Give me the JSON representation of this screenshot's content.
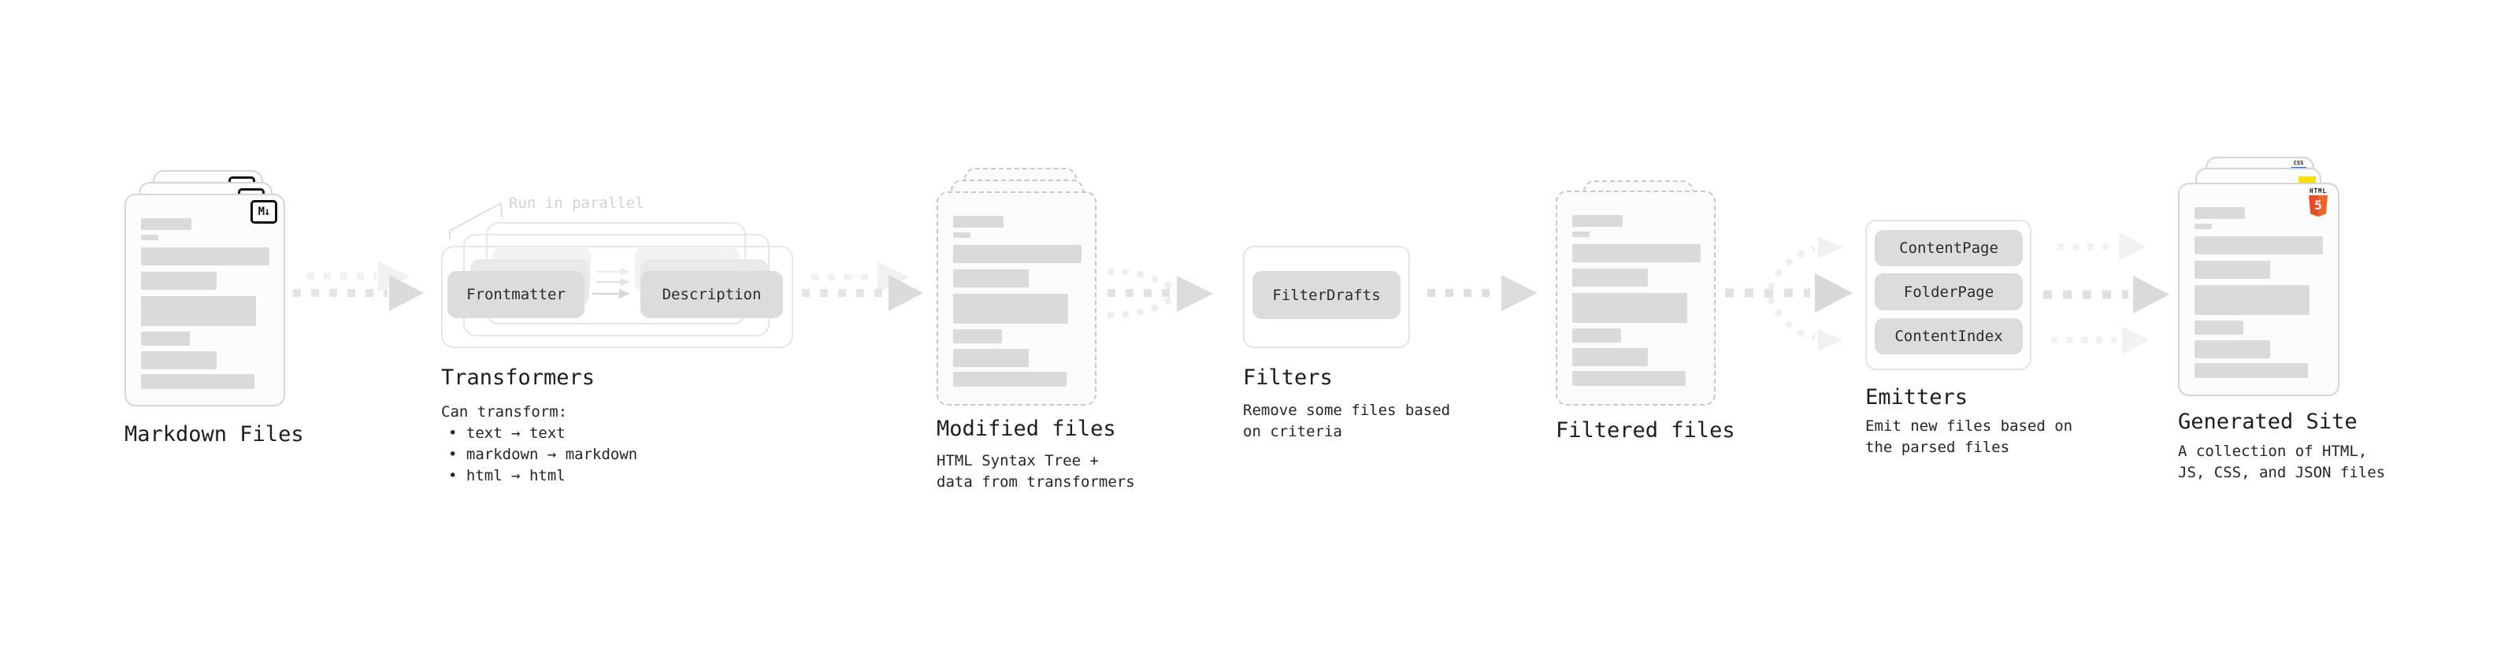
{
  "stages": {
    "markdown": {
      "title": "Markdown Files"
    },
    "transformers": {
      "title": "Transformers",
      "note": "Run in parallel",
      "pill_left": "Frontmatter",
      "pill_right": "Description",
      "desc_heading": "Can transform:",
      "bullets": [
        "• text → text",
        "• markdown → markdown",
        "• html → html"
      ]
    },
    "modified": {
      "title": "Modified files",
      "desc_line1": "HTML Syntax Tree +",
      "desc_line2": "data from transformers"
    },
    "filters": {
      "title": "Filters",
      "pill": "FilterDrafts",
      "desc_line1": "Remove some files based",
      "desc_line2": "on criteria"
    },
    "filtered": {
      "title": "Filtered files"
    },
    "emitters": {
      "title": "Emitters",
      "pills": [
        "ContentPage",
        "FolderPage",
        "ContentIndex"
      ],
      "desc_line1": "Emit new files based on",
      "desc_line2": "the parsed files"
    },
    "generated": {
      "title": "Generated Site",
      "desc_line1": "A collection of HTML,",
      "desc_line2": "JS, CSS, and JSON files"
    }
  },
  "icons": {
    "markdown_badge": "M↓",
    "html5_word": "HTML",
    "html5_number": "5",
    "css_badge": "CSS"
  },
  "colors": {
    "markdown_badge_ink": "#111111",
    "html5_orange": "#e44d26",
    "js_yellow": "#ffdf00",
    "css_blue": "#2760e6",
    "card_border": "#d6d6d6",
    "dashed_border": "#c8c8c8",
    "placeholder_bar": "#dadada",
    "pill_fill": "#dcdcdc",
    "arrow_gray": "#dcdcdc",
    "note_gray": "#d3d3d3"
  }
}
